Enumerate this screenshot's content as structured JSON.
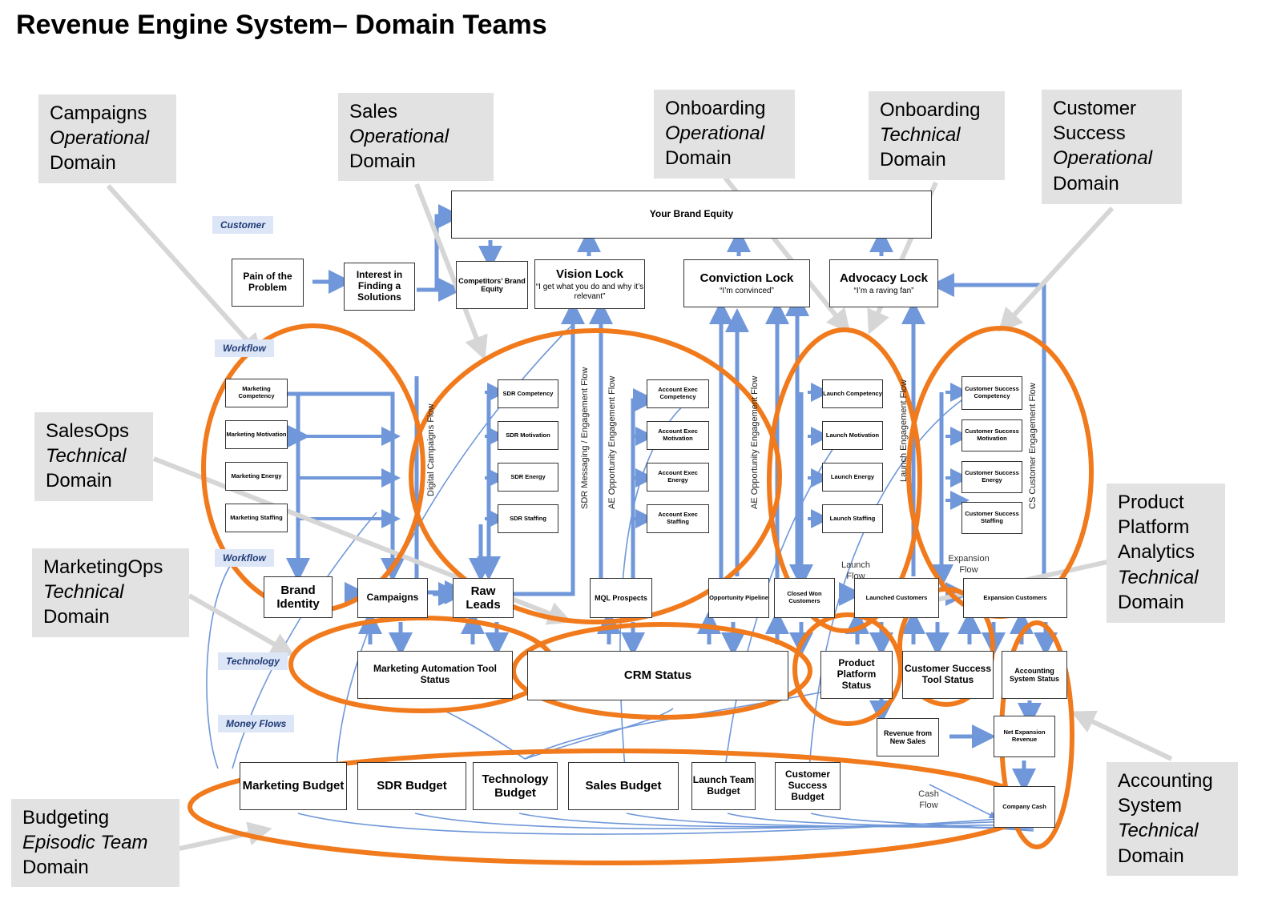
{
  "title": "Revenue Engine System– Domain Teams",
  "lanes": {
    "customer": "Customer",
    "workflow_top": "Workflow",
    "workflow": "Workflow",
    "technology": "Technology",
    "money_flows": "Money Flows"
  },
  "callouts": {
    "campaigns": {
      "l1": "Campaigns",
      "l2": "Operational",
      "l3": "Domain"
    },
    "sales": {
      "l1": "Sales",
      "l2": "Operational",
      "l3": "Domain"
    },
    "onboarding_op": {
      "l1": "Onboarding",
      "l2": "Operational",
      "l3": "Domain"
    },
    "onboarding_tech": {
      "l1": "Onboarding",
      "l2": "Technical",
      "l3": "Domain"
    },
    "cs_op": {
      "l1": "Customer",
      "l2": "Success",
      "l3": "Operational",
      "l4": "Domain"
    },
    "salesops": {
      "l1": "SalesOps",
      "l2": "Technical",
      "l3": "Domain"
    },
    "marketingops": {
      "l1": "MarketingOps",
      "l2": "Technical",
      "l3": "Domain"
    },
    "product_platform": {
      "l1": "Product",
      "l2": "Platform",
      "l3": "Analytics",
      "l4": "Technical",
      "l5": "Domain"
    },
    "accounting": {
      "l1": "Accounting",
      "l2": "System",
      "l3": "Technical",
      "l4": "Domain"
    },
    "budgeting": {
      "l1": "Budgeting",
      "l2": "Episodic Team",
      "l3": "Domain"
    }
  },
  "boxes": {
    "brand_equity": "Your Brand Equity",
    "pain": "Pain of the Problem",
    "interest": "Interest in Finding a Solutions",
    "competitors": "Competitors’ Brand Equity",
    "vision_lock": {
      "title": "Vision Lock",
      "sub": "“I get what you do and why it’s relevant”"
    },
    "conviction_lock": {
      "title": "Conviction Lock",
      "sub": "“I’m convinced”"
    },
    "advocacy_lock": {
      "title": "Advocacy Lock",
      "sub": "“I’m a raving fan”"
    },
    "marketing": [
      "Marketing Competency",
      "Marketing Motivation",
      "Marketing Energy",
      "Marketing Staffing"
    ],
    "sdr": [
      "SDR Competency",
      "SDR Motivation",
      "SDR Energy",
      "SDR Staffing"
    ],
    "ae": [
      "Account Exec Competency",
      "Account Exec Motivation",
      "Account Exec Energy",
      "Account Exec Staffing"
    ],
    "launch": [
      "Launch Competency",
      "Launch Motivation",
      "Launch Energy",
      "Launch Staffing"
    ],
    "cs": [
      "Customer Success Competency",
      "Customer Success Motivation",
      "Customer Success Energy",
      "Customer Success Staffing"
    ],
    "brand_identity": "Brand Identity",
    "campaigns": "Campaigns",
    "raw_leads": "Raw Leads",
    "mql": "MQL Prospects",
    "opportunity": "Opportunity Pipeline",
    "closed_won": "Closed Won Customers",
    "launched": "Launched Customers",
    "expansion": "Expansion Customers",
    "mat": "Marketing Automation Tool Status",
    "crm": "CRM Status",
    "ppa": "Product Platform Status",
    "cst": "Customer Success Tool Status",
    "acct": "Accounting System Status",
    "revenue_new": "Revenue from New Sales",
    "net_expansion": "Net Expansion Revenue",
    "company_cash": "Company Cash",
    "budgets": [
      "Marketing Budget",
      "SDR Budget",
      "Technology Budget",
      "Sales Budget",
      "Launch Team Budget",
      "Customer Success Budget"
    ]
  },
  "flow_labels": {
    "digital": "Digital Campaigns Flow",
    "sdr_flow": "SDR Messaging / Engagement Flow",
    "ae_flow": "AE Opportunity Engagement Flow",
    "ae_flow2": "AE Opportunity Engagement Flow",
    "launch_eng": "Launch Engagement Flow",
    "cs_eng": "CS Customer Engagement Flow",
    "launch_flow": "Launch Flow",
    "expansion_flow": "Expansion Flow",
    "cash_flow": "Cash Flow"
  },
  "colors": {
    "flow": "#6f97d9",
    "highlight": "#f07a1c",
    "callout_bg": "#e2e2e2",
    "pointer": "#d6d6d6"
  }
}
